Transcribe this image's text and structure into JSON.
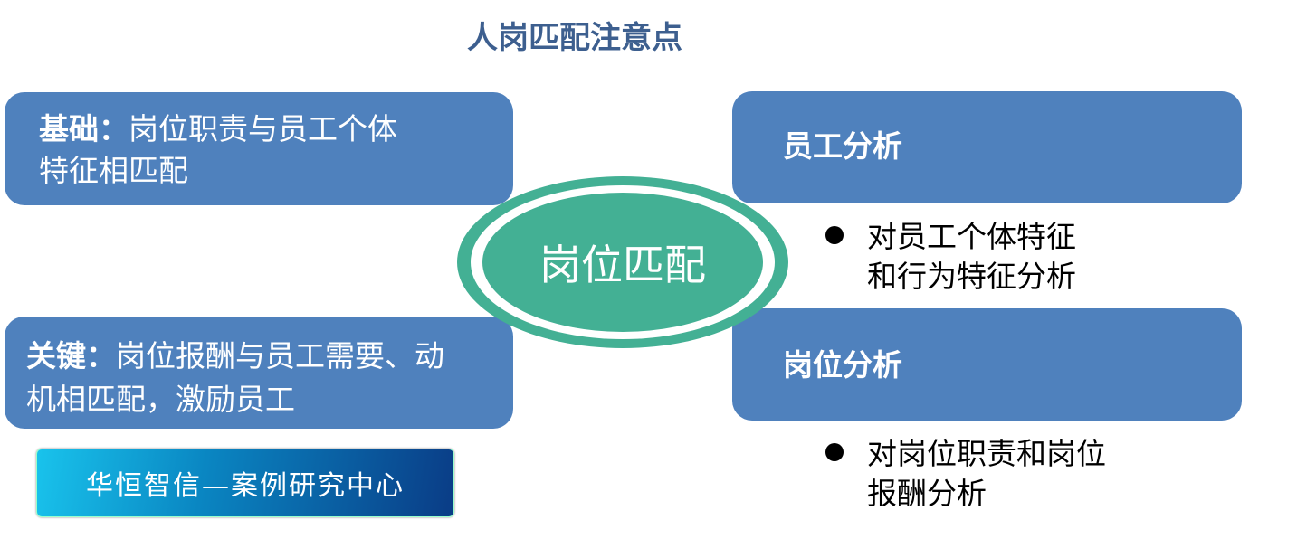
{
  "title": "人岗匹配注意点",
  "center": "岗位匹配",
  "left_top": {
    "label": "基础：",
    "text_line1": "岗位职责与员工个体",
    "text_line2": "特征相匹配"
  },
  "left_bottom": {
    "label": "关键：",
    "text_line1": "岗位报酬与员工需要、动",
    "text_line2": "机相匹配，激励员工"
  },
  "right_top": {
    "title": "员工分析",
    "bullet_line1": "对员工个体特征",
    "bullet_line2": "和行为特征分析"
  },
  "right_bottom": {
    "title": "岗位分析",
    "bullet_line1": "对岗位职责和岗位",
    "bullet_line2": "报酬分析"
  },
  "logo": "华恒智信—案例研究中心",
  "colors": {
    "box": "#4f81bd",
    "ellipse": "#43b094",
    "title": "#3d5f8f"
  }
}
